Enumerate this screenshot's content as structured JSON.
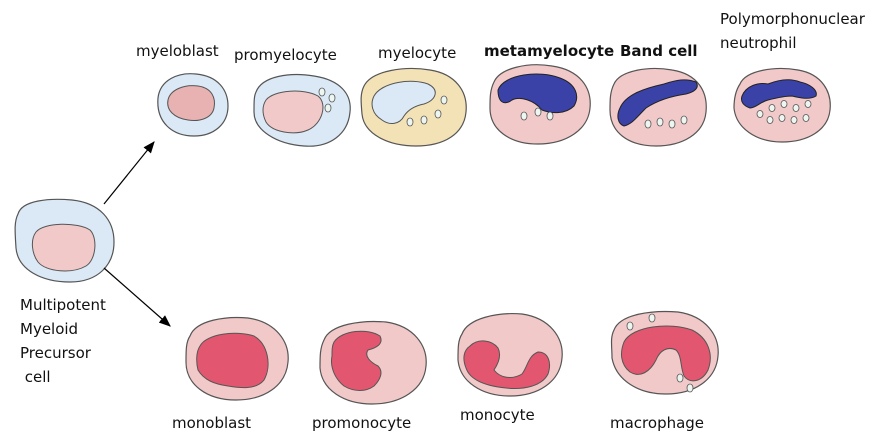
{
  "precursor": {
    "lines": [
      "Multipotent",
      "Myeloid",
      "Precursor",
      " cell"
    ]
  },
  "granulocyte_series": [
    {
      "label": "myeloblast"
    },
    {
      "label": "promyelocyte"
    },
    {
      "label": "myelocyte"
    },
    {
      "label": "metamyelocyte"
    },
    {
      "label": "Band cell"
    },
    {
      "label": "Polymorphonuclear\nneutrophil",
      "lines": [
        "Polymorphonuclear",
        "neutrophil"
      ]
    }
  ],
  "monocyte_series": [
    {
      "label": "monoblast"
    },
    {
      "label": "promonocyte"
    },
    {
      "label": "monocyte"
    },
    {
      "label": "macrophage"
    }
  ],
  "colors": {
    "cytoplasm_blue": "#dbe9f6",
    "cytoplasm_pink": "#f1c9c9",
    "cytoplasm_tan": "#f3e2b6",
    "nucleus_pink": "#e8b2b2",
    "nucleus_red": "#e2576f",
    "nucleus_navy": "#3a42a8",
    "outline": "#555555"
  }
}
